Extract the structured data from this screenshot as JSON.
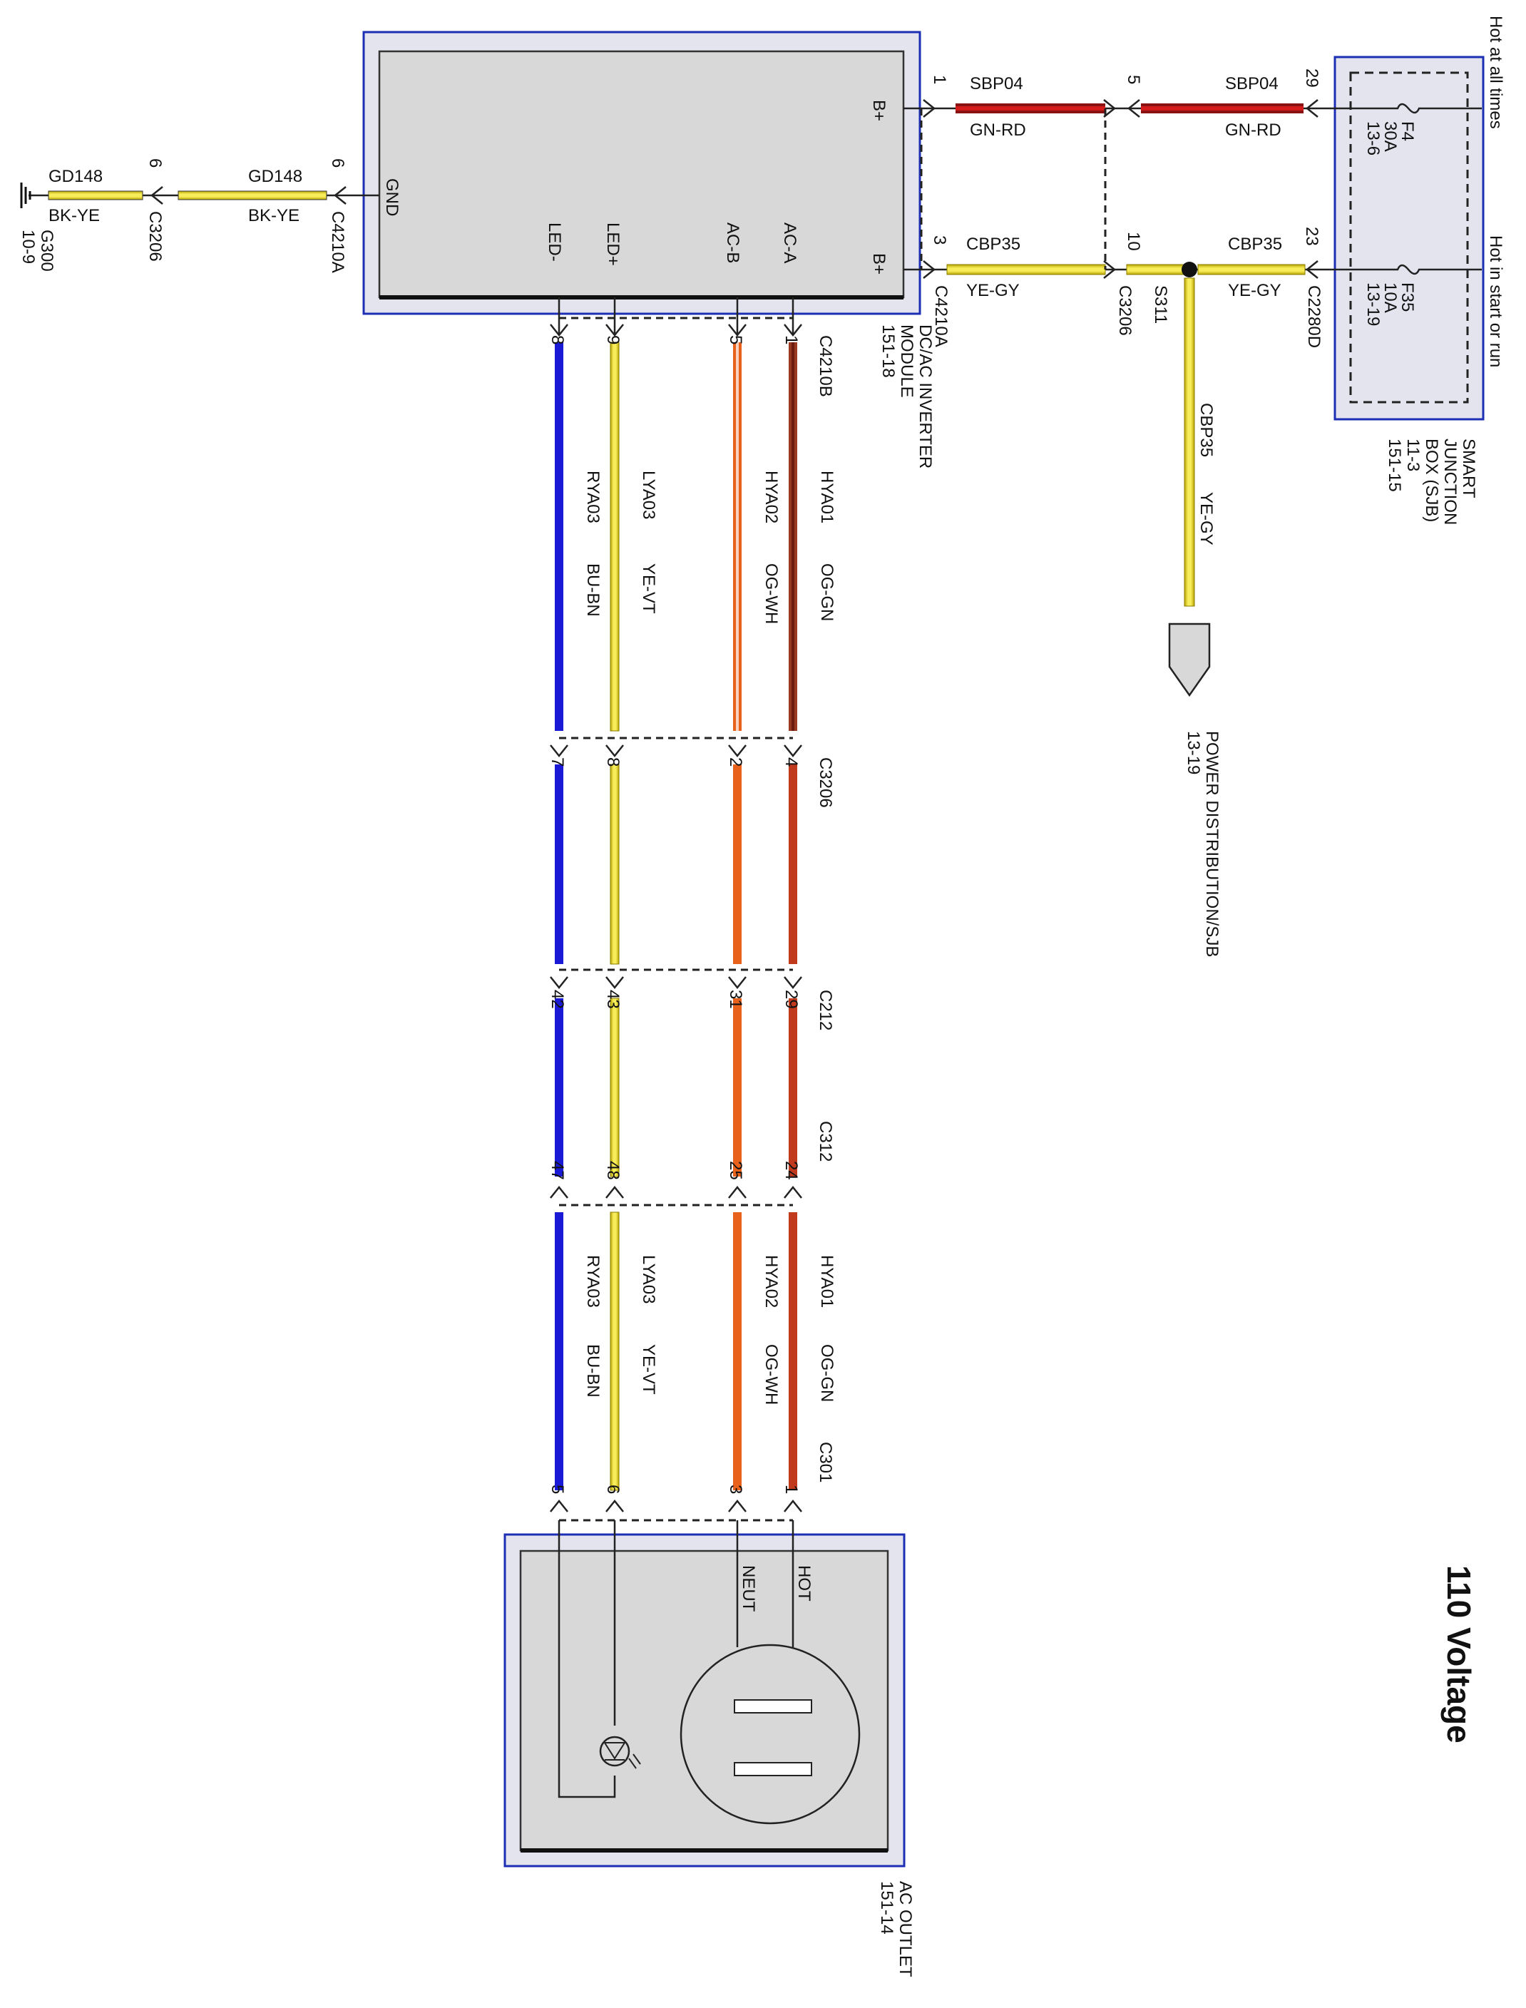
{
  "title": "110 Voltage",
  "notes": {
    "hot_always": "Hot at all times",
    "hot_start_run": "Hot in start or run"
  },
  "sjb": {
    "label": [
      "SMART",
      "JUNCTION",
      "BOX (SJB)",
      "11-3",
      "151-15"
    ],
    "f4": [
      "F4",
      "30A",
      "13-6"
    ],
    "f35": [
      "F35",
      "10A",
      "13-19"
    ]
  },
  "inverter": {
    "label": [
      "DC/AC INVERTER",
      "MODULE",
      "151-18"
    ],
    "pins": {
      "bplus_top": "B+",
      "bplus_bottom": "B+",
      "gnd": "GND",
      "led_minus": "LED-",
      "led_plus": "LED+",
      "ac_b": "AC-B",
      "ac_a": "AC-A"
    },
    "conn_c4210a_right": "C4210A",
    "conn_c4210a_left": "C4210A",
    "conn_c4210b": "C4210B"
  },
  "ground": {
    "circuit_left": "GD148",
    "color_left": "BK-YE",
    "circuit_right": "GD148",
    "color_right": "BK-YE",
    "pin_c3206": "6",
    "pin_c4210a": "6",
    "conn_c3206": "C3206",
    "ground_point": [
      "G300",
      "10-9"
    ]
  },
  "power_top": {
    "pin_inv": "1",
    "circuit_a": "SBP04",
    "color_a": "GN-RD",
    "pin_mid": "5",
    "circuit_b": "SBP04",
    "color_b": "GN-RD",
    "pin_sjb": "29"
  },
  "power_bottom": {
    "pin_inv": "3",
    "circuit_a": "CBP35",
    "color_a": "YE-GY",
    "pin_mid": "10",
    "circuit_b": "CBP35",
    "color_b": "YE-GY",
    "pin_sjb": "23",
    "conn_c3206": "C3206",
    "splice": "S311",
    "conn_c2280d": "C2280D",
    "branch_circuit": "CBP35",
    "branch_color": "YE-GY",
    "dest": [
      "POWER DISTRIBUTION/SJB",
      "13-19"
    ]
  },
  "bundle": {
    "seg1_pins": [
      "1",
      "5",
      "9",
      "8"
    ],
    "upper_labels": [
      {
        "circuit": "HYA01",
        "color": "OG-GN"
      },
      {
        "circuit": "HYA02",
        "color": "OG-WH"
      },
      {
        "circuit": "LYA03",
        "color": "YE-VT"
      },
      {
        "circuit": "RYA03",
        "color": "BU-BN"
      }
    ],
    "c3206_conn": "C3206",
    "c3206_pins": [
      "4",
      "2",
      "8",
      "7"
    ],
    "c212_conn": "C212",
    "c212_pins": [
      "29",
      "31",
      "43",
      "42"
    ],
    "c312_conn": "C312",
    "c312_pins": [
      "24",
      "25",
      "48",
      "47"
    ],
    "lower_labels": [
      {
        "circuit": "HYA01",
        "color": "OG-GN"
      },
      {
        "circuit": "HYA02",
        "color": "OG-WH"
      },
      {
        "circuit": "LYA03",
        "color": "YE-VT"
      },
      {
        "circuit": "RYA03",
        "color": "BU-BN"
      }
    ],
    "c301_conn": "C301",
    "c301_pins": [
      "1",
      "3",
      "6",
      "5"
    ]
  },
  "outlet": {
    "label": [
      "AC OUTLET",
      "151-14"
    ],
    "hot": "HOT",
    "neut": "NEUT"
  },
  "colors": {
    "frame_blue": "#1c2fb4",
    "og_gn": "#9b3a22",
    "og_wh": "#e8621c",
    "og_lower": "#e8621c",
    "ye": "#f2e23a",
    "bu": "#1a1ad6",
    "rd": "#d51a1a",
    "gn_rd_dark": "#8a1212"
  }
}
